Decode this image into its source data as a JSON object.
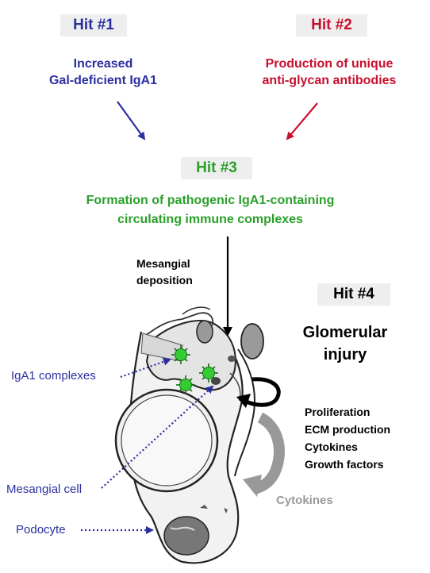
{
  "hit1": {
    "label": "Hit #1",
    "text_line1": "Increased",
    "text_line2": "Gal-deficient IgA1",
    "color": "#2a2fa0"
  },
  "hit2": {
    "label": "Hit #2",
    "text_line1": "Production of unique",
    "text_line2": "anti-glycan antibodies",
    "color": "#c8102e"
  },
  "hit3": {
    "label": "Hit #3",
    "text_line1": "Formation of pathogenic IgA1-containing",
    "text_line2": "circulating immune complexes",
    "color": "#2aa02a"
  },
  "mesangial_deposition": {
    "line1": "Mesangial",
    "line2": "deposition"
  },
  "hit4": {
    "label": "Hit #4",
    "title_line1": "Glomerular",
    "title_line2": "injury"
  },
  "effects": [
    "Proliferation",
    "ECM production",
    "Cytokines",
    "Growth factors"
  ],
  "cytokines_label": "Cytokines",
  "annotations": {
    "iga1_complexes": "IgA1 complexes",
    "mesangial_cell": "Mesangial cell",
    "podocyte": "Podocyte"
  },
  "colors": {
    "annotation": "#2a2fa0",
    "label_bg": "#eeeeee",
    "complex_green": "#33cc33",
    "cytokine_gray": "#999999"
  }
}
